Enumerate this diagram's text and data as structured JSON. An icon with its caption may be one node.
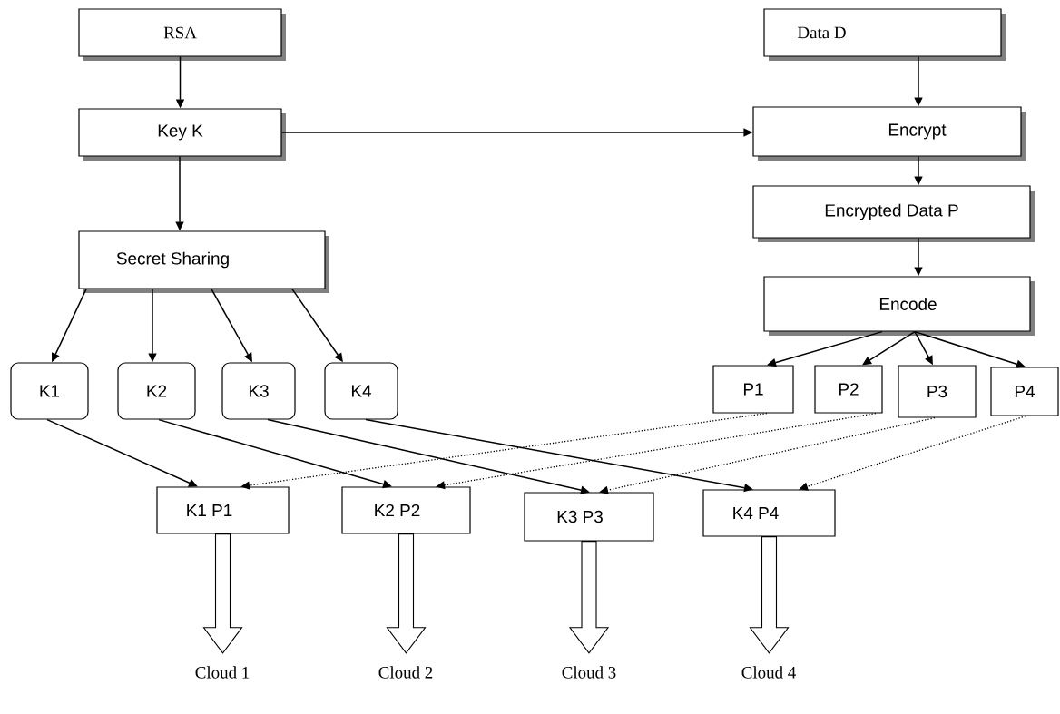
{
  "diagram": {
    "nodes": [
      {
        "text": [
          "RSA"
        ]
      },
      {
        "text": [
          "Data D"
        ]
      },
      {
        "text": [
          "Key K"
        ]
      },
      {
        "text": [
          "Encrypt"
        ]
      },
      {
        "text": [
          "Encrypted Data P"
        ]
      },
      {
        "text": [
          "Secret Sharing"
        ]
      },
      {
        "text": [
          "Encode"
        ]
      },
      {
        "text": [
          "K1"
        ]
      },
      {
        "text": [
          "K2"
        ]
      },
      {
        "text": [
          "K3"
        ]
      },
      {
        "text": [
          "K4"
        ]
      },
      {
        "text": [
          "P1"
        ]
      },
      {
        "text": [
          "P2"
        ]
      },
      {
        "text": [
          "P3"
        ]
      },
      {
        "text": [
          "P4"
        ]
      },
      {
        "text": [
          "K1 P1"
        ]
      },
      {
        "text": [
          "K2 P2"
        ]
      },
      {
        "text": [
          "K3 P3"
        ]
      },
      {
        "text": [
          "K4 P4"
        ]
      },
      {
        "text": [
          "Cloud 1"
        ]
      },
      {
        "text": [
          "Cloud 2"
        ]
      },
      {
        "text": [
          "Cloud 3"
        ]
      },
      {
        "text": [
          "Cloud 4"
        ]
      }
    ],
    "edges": [
      {
        "from": 0,
        "to": 2,
        "arrow": "to"
      },
      {
        "from": 1,
        "to": 3,
        "arrow": "to"
      },
      {
        "from": 2,
        "to": 3,
        "arrow": "to"
      },
      {
        "from": 2,
        "to": 5,
        "arrow": "to"
      },
      {
        "from": 3,
        "to": 4,
        "arrow": "to"
      },
      {
        "from": 4,
        "to": 6,
        "arrow": "to"
      },
      {
        "from": 5,
        "to": 7,
        "arrow": "to"
      },
      {
        "from": 5,
        "to": 8,
        "arrow": "to"
      },
      {
        "from": 5,
        "to": 9,
        "arrow": "to"
      },
      {
        "from": 5,
        "to": 10,
        "arrow": "to"
      },
      {
        "from": 6,
        "to": 11,
        "arrow": "to"
      },
      {
        "from": 6,
        "to": 12,
        "arrow": "to"
      },
      {
        "from": 6,
        "to": 13,
        "arrow": "to"
      },
      {
        "from": 6,
        "to": 14,
        "arrow": "to"
      },
      {
        "from": 7,
        "to": 15,
        "arrow": "to"
      },
      {
        "from": 8,
        "to": 16,
        "arrow": "to"
      },
      {
        "from": 9,
        "to": 17,
        "arrow": "to"
      },
      {
        "from": 10,
        "to": 18,
        "arrow": "to"
      },
      {
        "from": 11,
        "to": 15,
        "arrow": "to",
        "style": "dashed"
      },
      {
        "from": 12,
        "to": 16,
        "arrow": "to",
        "style": "dashed"
      },
      {
        "from": 13,
        "to": 17,
        "arrow": "to",
        "style": "dashed"
      },
      {
        "from": 14,
        "to": 18,
        "arrow": "to",
        "style": "dashed"
      },
      {
        "from": 15,
        "to": 19,
        "arrow": "to",
        "style": "thick"
      },
      {
        "from": 16,
        "to": 20,
        "arrow": "to",
        "style": "thick"
      },
      {
        "from": 17,
        "to": 21,
        "arrow": "to",
        "style": "thick"
      },
      {
        "from": 18,
        "to": 22,
        "arrow": "to",
        "style": "thick"
      }
    ]
  }
}
